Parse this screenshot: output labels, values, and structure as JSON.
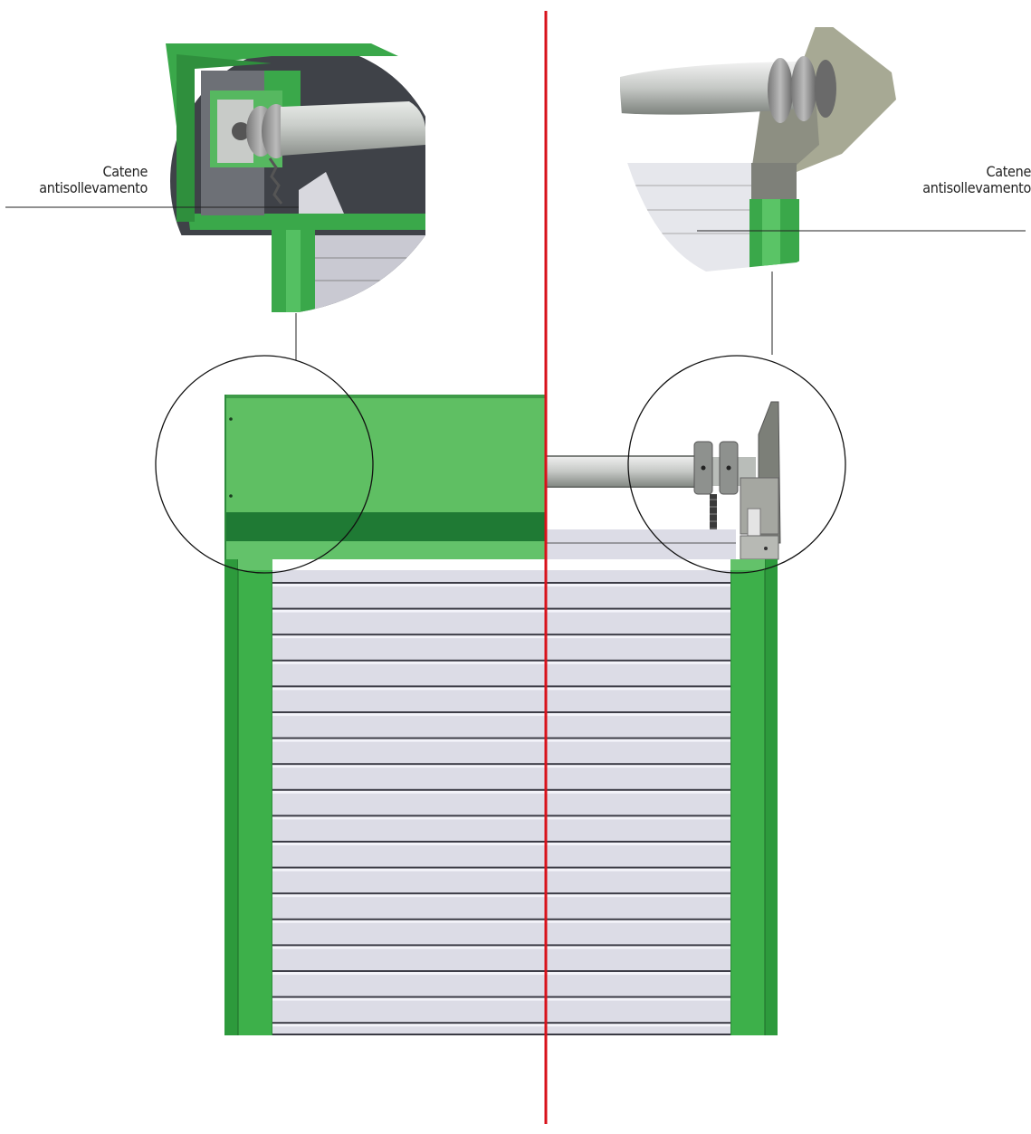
{
  "callouts": {
    "left": {
      "line1": "Catene",
      "line2": "antisollevamento"
    },
    "right": {
      "line1": "Catene",
      "line2": "antisollevamento"
    }
  },
  "colors": {
    "frame_green": "#3db04a",
    "box_green": "#5fbf63",
    "dark_green": "#1f7a34",
    "slat_gray": "#dcdce6",
    "divider_red": "#d8121b",
    "steel": "#b8bcb8"
  },
  "icons": {
    "detail_left": "roller-axle-with-chain-in-housing",
    "detail_right": "roller-axle-with-chain-exposed"
  }
}
